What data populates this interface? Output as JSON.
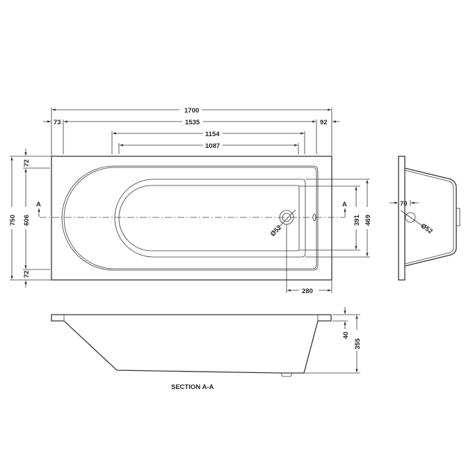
{
  "plan": {
    "dims": {
      "overall_length": "1700",
      "inner_length": "1535",
      "left_offset": "73",
      "right_offset": "92",
      "basin_length": "1154",
      "floor_length": "1087",
      "overall_width": "750",
      "inner_width": "606",
      "top_rim": "72",
      "bottom_rim": "72",
      "floor_width": "391",
      "basin_width": "469",
      "waste_offset": "280",
      "waste_diameter": "Ø52"
    },
    "section_mark": "A"
  },
  "end_view": {
    "dims": {
      "offset": "70",
      "diameter": "Ø52"
    }
  },
  "section": {
    "label": "SECTION A-A",
    "dims": {
      "rim": "40",
      "depth": "355"
    }
  }
}
